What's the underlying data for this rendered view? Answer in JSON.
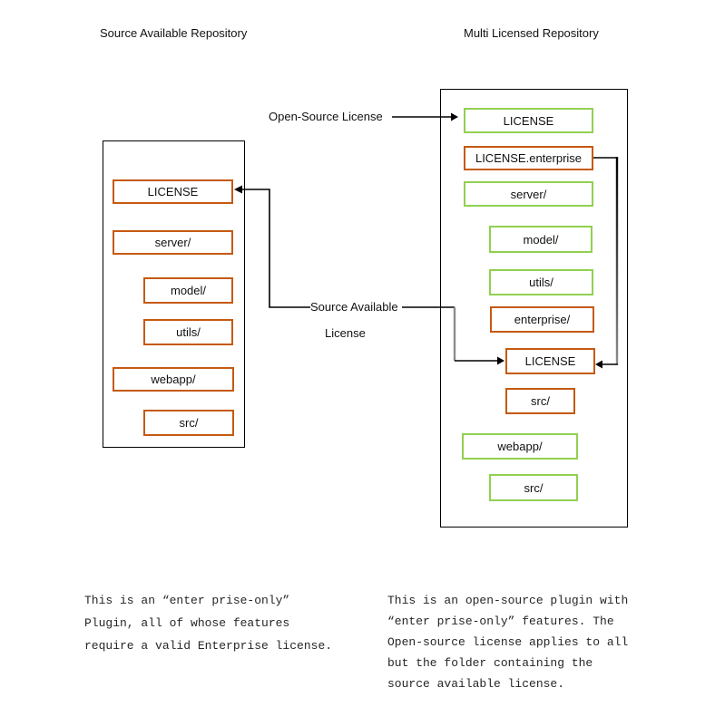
{
  "left_repo": {
    "title": "Source Available Repository",
    "license_type": "source-available",
    "boxes": [
      {
        "label": "LICENSE"
      },
      {
        "label": "server/"
      },
      {
        "label": "model/"
      },
      {
        "label": "utils/"
      },
      {
        "label": "webapp/"
      },
      {
        "label": "src/"
      }
    ]
  },
  "right_repo": {
    "title": "Multi Licensed Repository",
    "license_type": "multi",
    "boxes": [
      {
        "label": "LICENSE",
        "license": "open-source"
      },
      {
        "label": "LICENSE.enterprise",
        "license": "source-available"
      },
      {
        "label": "server/",
        "license": "open-source"
      },
      {
        "label": "model/",
        "license": "open-source"
      },
      {
        "label": "utils/",
        "license": "open-source"
      },
      {
        "label": "enterprise/",
        "license": "source-available"
      },
      {
        "label": "LICENSE",
        "license": "source-available"
      },
      {
        "label": "src/",
        "license": "source-available"
      },
      {
        "label": "webapp/",
        "license": "open-source"
      },
      {
        "label": "src/",
        "license": "open-source"
      }
    ]
  },
  "arrow_labels": {
    "open_source": "Open-Source License",
    "source_available_line1": "Source Available",
    "source_available_line2": "License"
  },
  "captions": {
    "left": {
      "lines": [
        "This is an “enter prise-only”",
        "Plugin, all of whose features",
        "require a valid Enterprise license."
      ]
    },
    "right": {
      "lines": [
        "This is an open-source plugin with",
        "“enter prise-only” features. The",
        "Open-source license applies to all",
        "but the folder containing the",
        "source available license."
      ]
    }
  },
  "colors": {
    "open_source_green": "#92D050",
    "source_available_orange": "#C55A11",
    "connector_ink": "#000000",
    "connector_grey": "#8C8C8C"
  }
}
